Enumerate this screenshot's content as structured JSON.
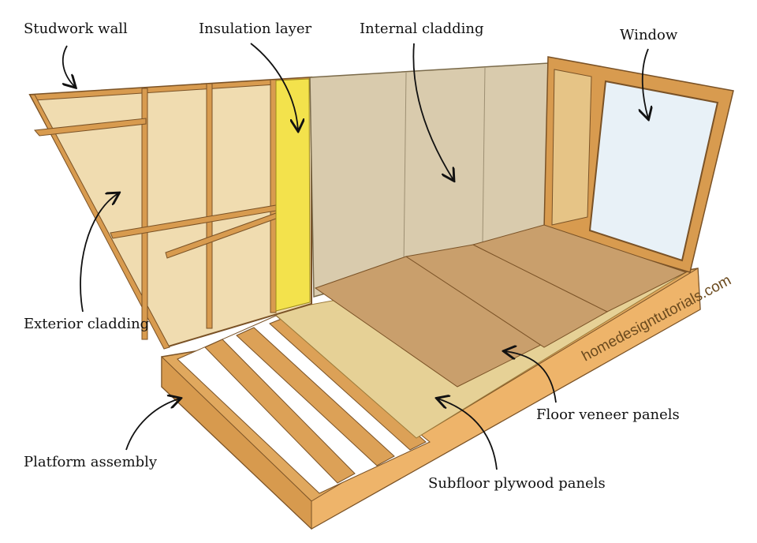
{
  "labels": {
    "studwork_wall": "Studwork wall",
    "insulation_layer": "Insulation layer",
    "internal_cladding": "Internal cladding",
    "window": "Window",
    "exterior_cladding": "Exterior cladding",
    "platform_assembly": "Platform assembly",
    "floor_veneer_panels": "Floor veneer panels",
    "subfloor_plywood_panels": "Subfloor plywood panels"
  },
  "watermark": "homedesigntutorials.com",
  "colors": {
    "timber": "#d9a25a",
    "plywood": "#ecd9aa",
    "insulation": "#f2e04a",
    "cladding": "#d8c9a9",
    "veneer": "#c79e6b",
    "glass": "#e8f1f7"
  }
}
